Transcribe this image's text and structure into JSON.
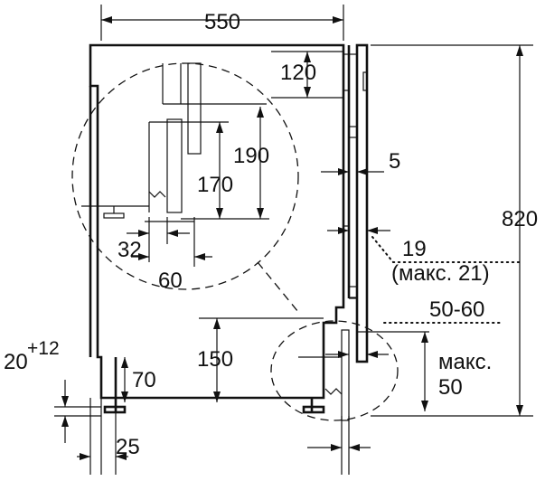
{
  "dimensions": {
    "width_total": "550",
    "height_total": "820",
    "top_gap": "120",
    "upper_190": "190",
    "upper_170": "170",
    "panel_5": "5",
    "offset_32": "32",
    "offset_60": "60",
    "gap_19": "19",
    "gap_19_max": "(макс. 21)",
    "range_50_60": "50-60",
    "max_label": "макс.",
    "max_value": "50",
    "lower_150": "150",
    "foot_70": "70",
    "leveling_base": "20",
    "leveling_sup": "+12",
    "foot_25": "25"
  }
}
